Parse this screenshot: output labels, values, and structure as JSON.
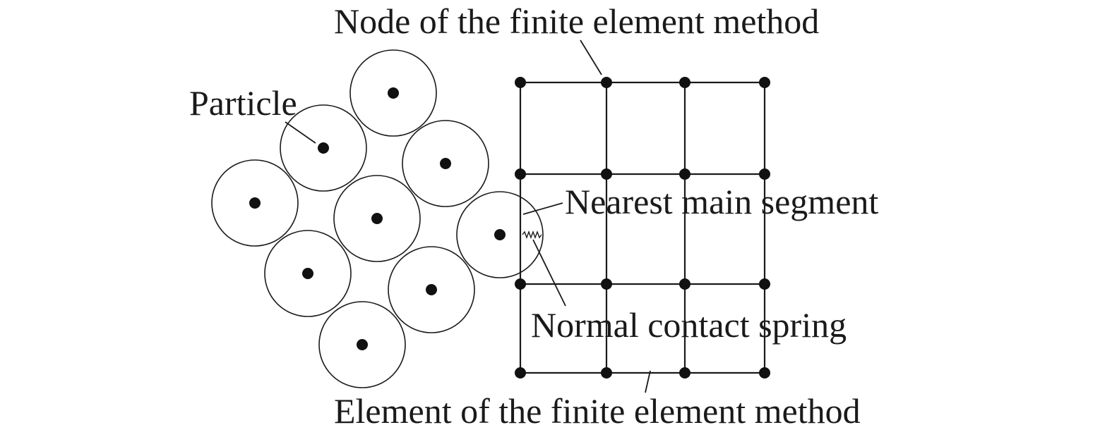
{
  "labels": {
    "node": "Node of the finite element method",
    "particle": "Particle",
    "segment": "Nearest main segment",
    "spring": "Normal contact spring",
    "element": "Element of the finite element method"
  },
  "particles_count": 9,
  "mesh": {
    "columns": 4,
    "rows": 4
  }
}
